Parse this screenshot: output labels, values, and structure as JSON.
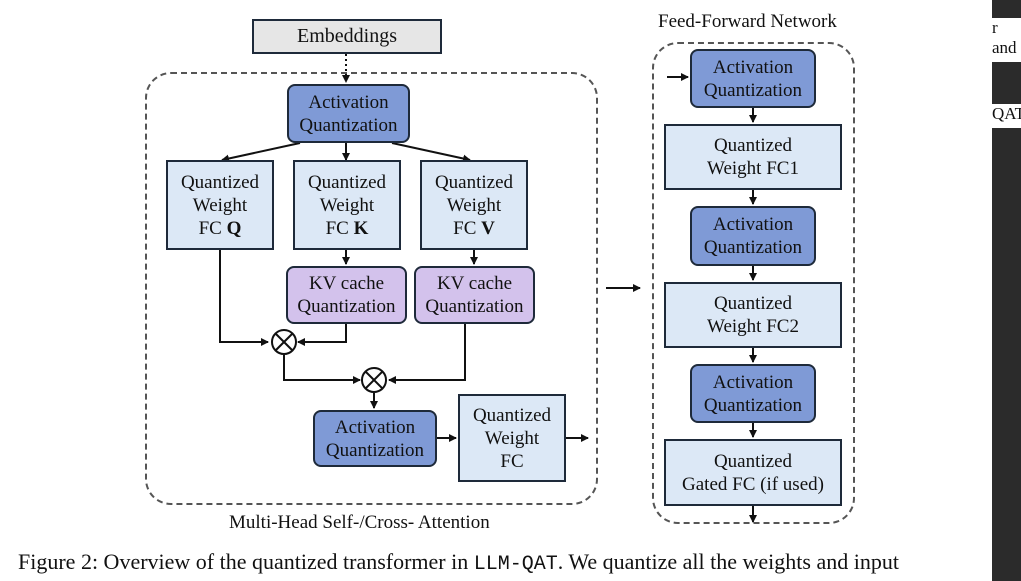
{
  "attention": {
    "label": "Multi-Head Self-/Cross- Attention",
    "embeddings": "Embeddings",
    "act_top": [
      "Activation",
      "Quantization"
    ],
    "fc_q": [
      "Quantized",
      "Weight",
      "FC",
      "Q"
    ],
    "fc_k": [
      "Quantized",
      "Weight",
      "FC",
      "K"
    ],
    "fc_v": [
      "Quantized",
      "Weight",
      "FC",
      "V"
    ],
    "kv_k": [
      "KV cache",
      "Quantization"
    ],
    "kv_v": [
      "KV cache",
      "Quantization"
    ],
    "act_bottom": [
      "Activation",
      "Quantization"
    ],
    "fc_out": [
      "Quantized",
      "Weight",
      "FC"
    ]
  },
  "ffn": {
    "label": "Feed-Forward Network",
    "act1": [
      "Activation",
      "Quantization"
    ],
    "fc1": [
      "Quantized",
      "Weight FC1"
    ],
    "act2": [
      "Activation",
      "Quantization"
    ],
    "fc2": [
      "Quantized",
      "Weight FC2"
    ],
    "act3": [
      "Activation",
      "Quantization"
    ],
    "gated": [
      "Quantized",
      "Gated FC (if used)"
    ]
  },
  "caption": {
    "prefix": "Figure 2: Overview of the quantized transformer in ",
    "code": "LLM-QAT",
    "suffix": ". We quantize all the weights and input"
  },
  "edge_text": [
    "r tok",
    "and",
    "QAT"
  ],
  "colors": {
    "activation_box": "#7f9ad6",
    "weight_box": "#dce8f6",
    "kv_box": "#d3c2ec",
    "embeddings_box": "#e6e6e6"
  }
}
